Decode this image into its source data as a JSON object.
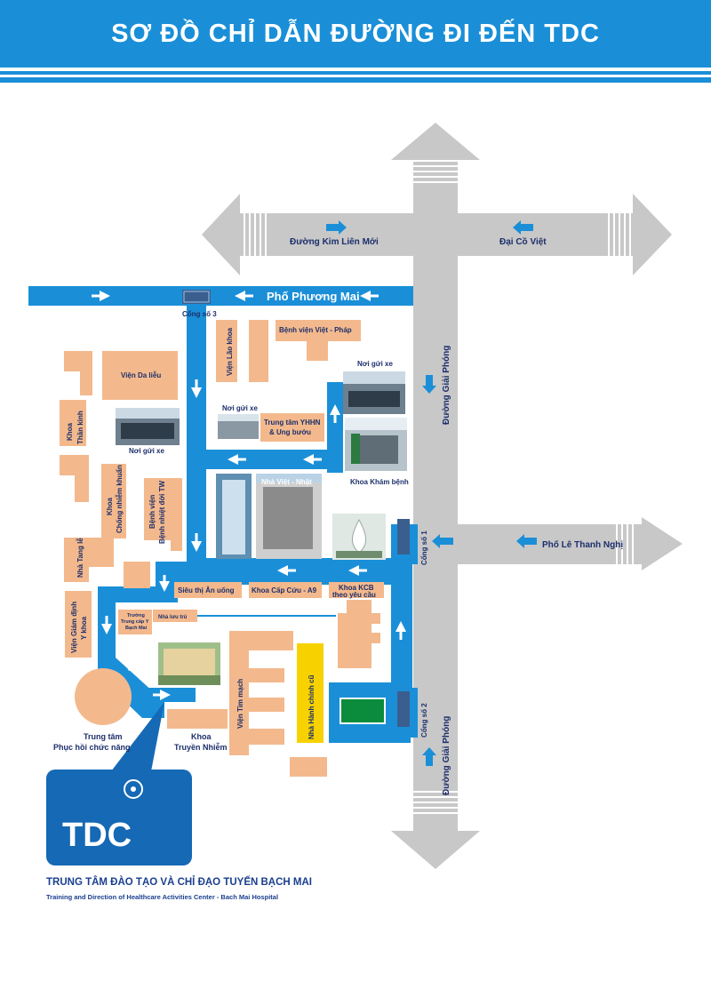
{
  "header": {
    "title": "SƠ ĐỒ CHỈ DẪN ĐƯỜNG ĐI ĐẾN TDC"
  },
  "streets": {
    "kim_lien": "Đường Kim Liên Mới",
    "dai_co_viet": "Đại Cồ Việt",
    "phuong_mai": "Phố Phương Mai",
    "giai_phong_top": "Đường Giải Phóng",
    "giai_phong_bottom": "Đường Giải Phóng",
    "le_thanh_nghi": "Phố Lê Thanh Nghị"
  },
  "gates": {
    "gate3": "Cổng số 3",
    "gate1": "Cổng số 1",
    "gate2": "Cổng số 2"
  },
  "buildings": {
    "vien_lao_khoa": "Viện Lão khoa",
    "bv_viet_phap": "Bệnh viện Việt - Pháp",
    "noi_gui_xe_right": "Nơi gửi xe",
    "vien_da_lieu": "Viện Da liễu",
    "khoa_than_kinh_1": "Khoa",
    "khoa_than_kinh_2": "Thần kinh",
    "noi_gui_xe_left": "Nơi gửi xe",
    "noi_gui_xe_mid": "Nơi gửi xe",
    "trung_tam_yhhn_1": "Trung tâm YHHN",
    "trung_tam_yhhn_2": "& Ung bướu",
    "khoa_cnk_1": "Khoa",
    "khoa_cnk_2": "Chống nhiễm khuẩn",
    "bv_nhiet_doi_1": "Bệnh viện",
    "bv_nhiet_doi_2": "Bệnh nhiệt đới TW",
    "nha_viet_nhat": "Nhà Việt - Nhật",
    "khoa_kham_benh": "Khoa Khám bệnh",
    "nha_tang_le": "Nhà Tang lễ",
    "vien_giam_dinh_1": "Viện Giám định",
    "vien_giam_dinh_2": "Y khoa",
    "sieu_thi": "Siêu thị Ăn uống",
    "khoa_cap_cuu": "Khoa Cấp Cứu - A9",
    "khoa_kcb_1": "Khoa KCB",
    "khoa_kcb_2": "theo yêu cầu",
    "truong_tc_1": "Trường",
    "truong_tc_2": "Trung cấp Y",
    "truong_tc_3": "Bạch Mai",
    "nha_luu_tru": "Nhà lưu trú",
    "vien_tim_mach": "Viện Tim mạch",
    "nha_hanh_chinh": "Nhà Hành chính cũ",
    "trung_tam_phcn_1": "Trung tâm",
    "trung_tam_phcn_2": "Phục hồi chức năng",
    "khoa_truyen_nhiem_1": "Khoa",
    "khoa_truyen_nhiem_2": "Truyền Nhiễm"
  },
  "logo": {
    "text": "TDC"
  },
  "footer": {
    "line1": "TRUNG TÂM ĐÀO TẠO VÀ CHỈ ĐẠO TUYẾN BẠCH MAI",
    "line2": "Training and Direction of Healthcare Activities Center - Bach Mai Hospital"
  },
  "colors": {
    "route_blue": "#1a8fd8",
    "building": "#f3b98d",
    "road_gray": "#c8c8c8",
    "admin_yellow": "#f7d200",
    "logo_blue": "#1569b5"
  }
}
